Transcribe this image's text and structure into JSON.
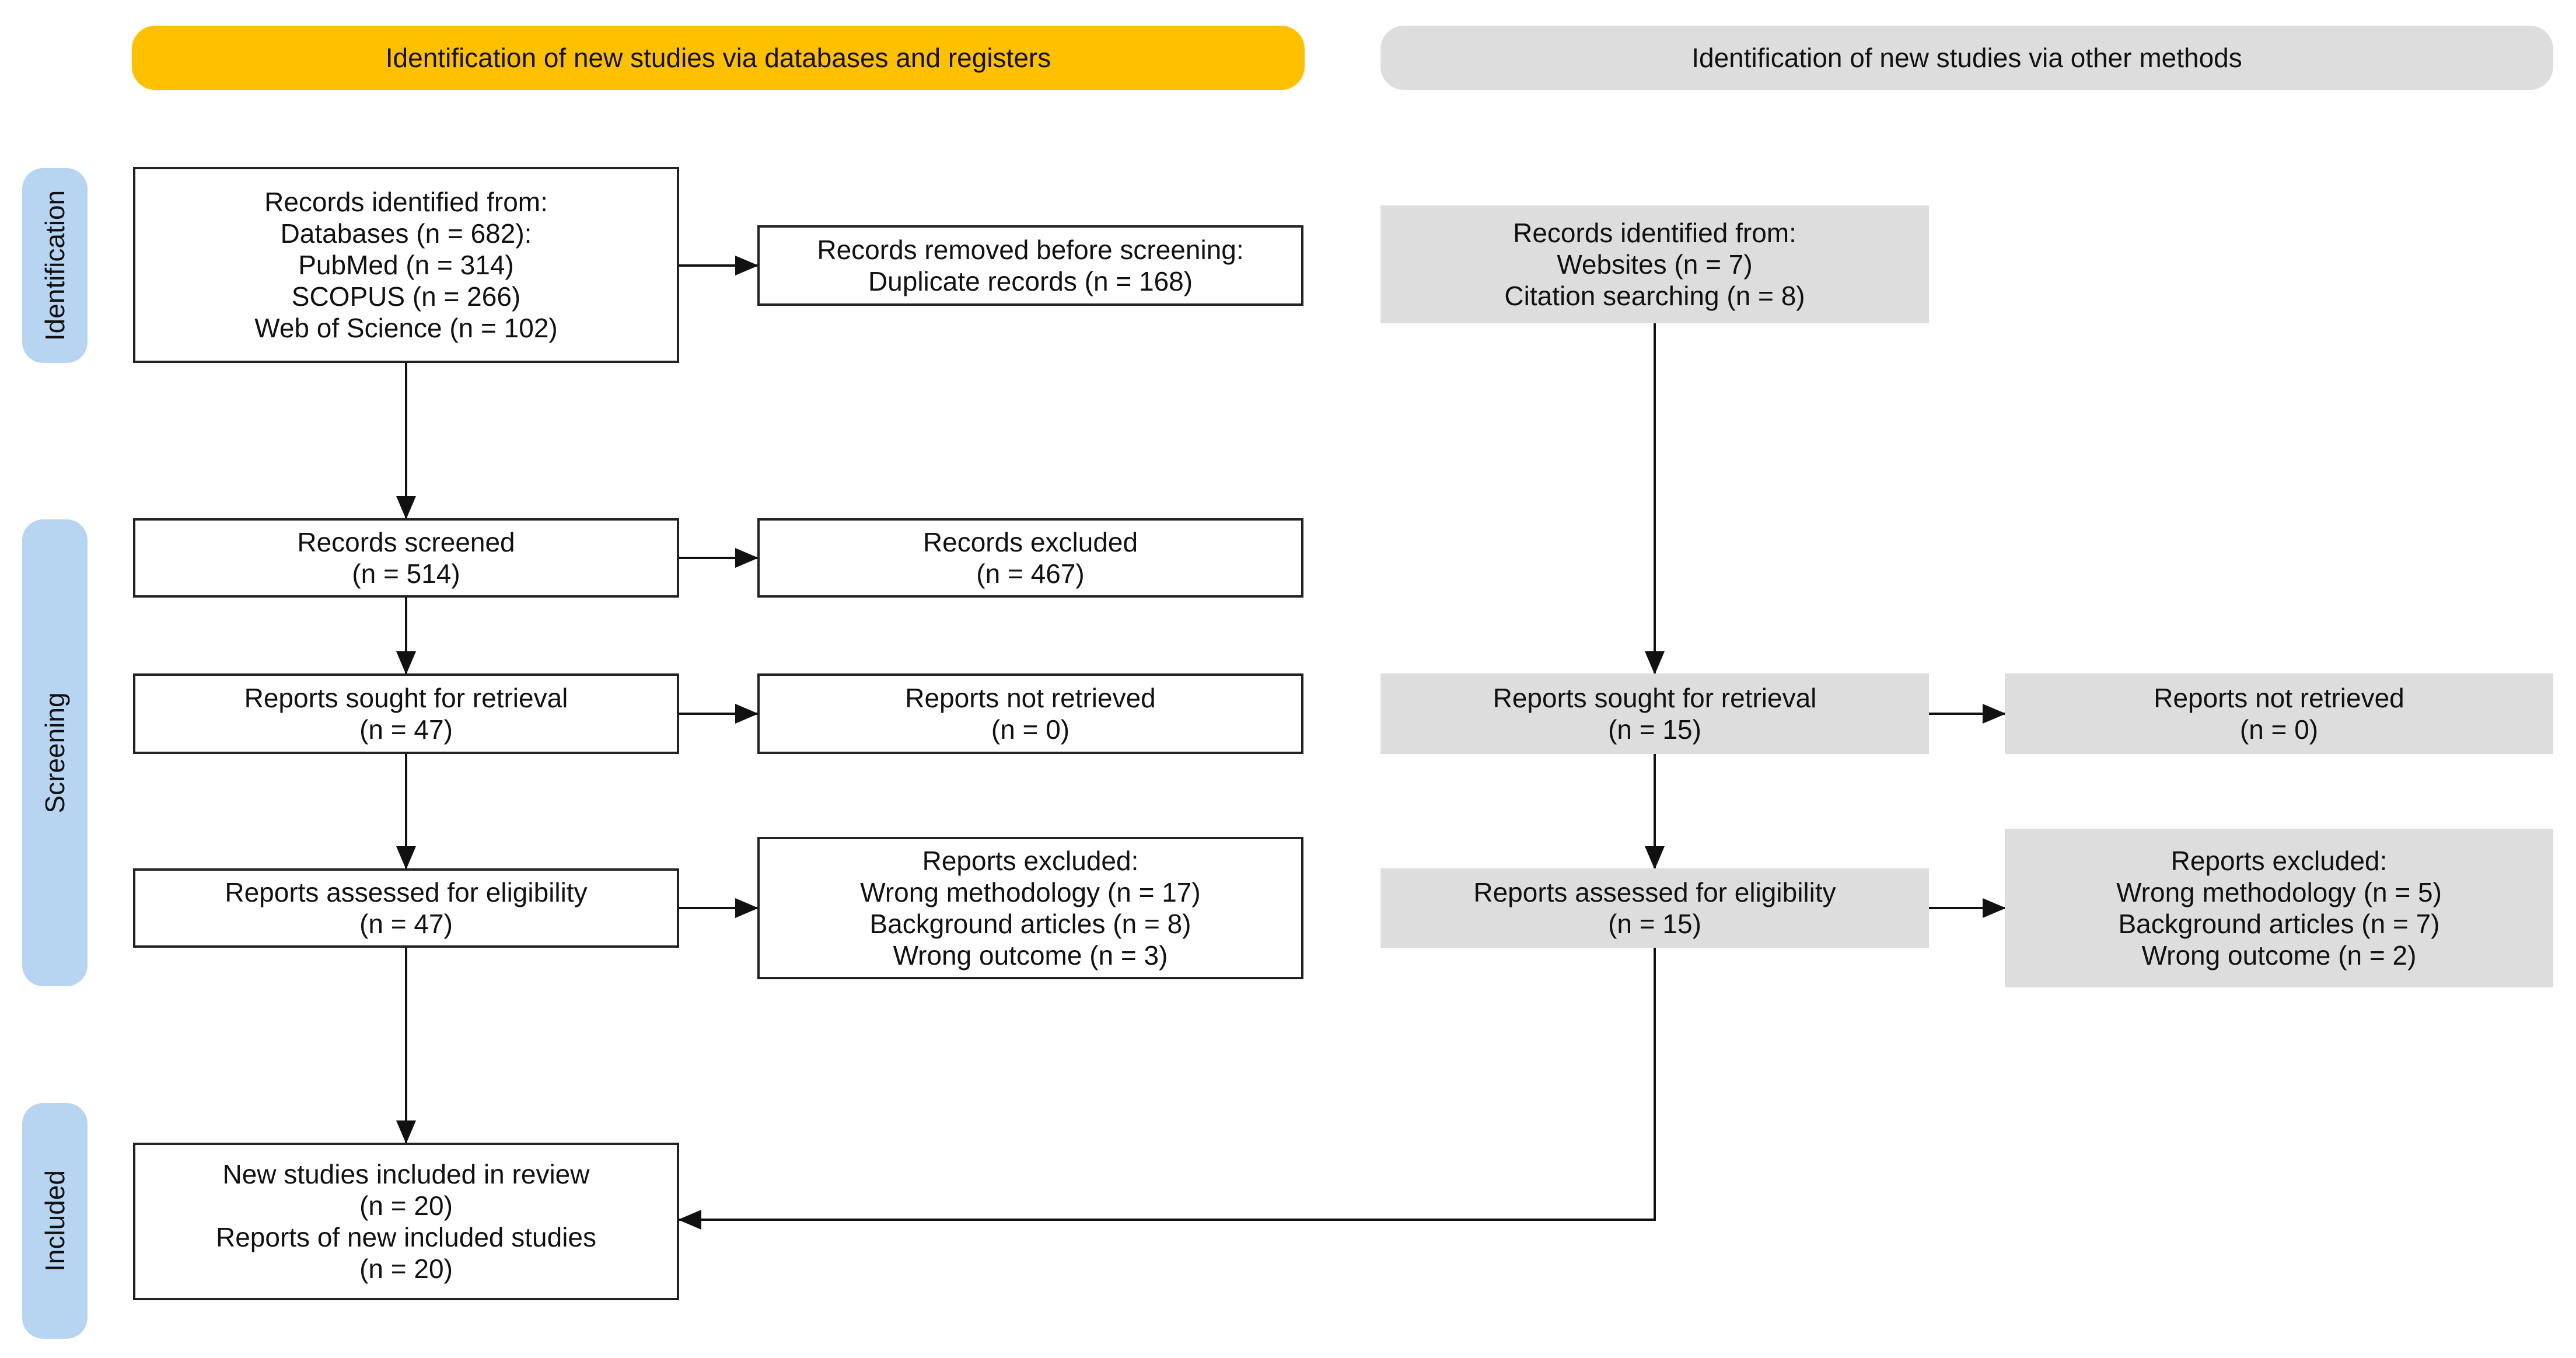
{
  "headers": {
    "left": "Identification of new studies via databases and registers",
    "right": "Identification of new studies via other methods"
  },
  "phases": {
    "identification": "Identification",
    "screening": "Screening",
    "included": "Included"
  },
  "databases_column": {
    "records_identified": [
      "Records identified from:",
      "Databases (n = 682):",
      "PubMed (n = 314)",
      "SCOPUS (n = 266)",
      "Web of Science (n = 102)"
    ],
    "records_removed": [
      "Records removed before screening:",
      "Duplicate records (n = 168)"
    ],
    "records_screened": [
      "Records screened",
      "(n = 514)"
    ],
    "records_excluded": [
      "Records excluded",
      "(n = 467)"
    ],
    "reports_sought": [
      "Reports sought for retrieval",
      "(n = 47)"
    ],
    "reports_not_retrieved": [
      "Reports not retrieved",
      "(n = 0)"
    ],
    "reports_assessed": [
      "Reports assessed for eligibility",
      "(n = 47)"
    ],
    "reports_excluded": [
      "Reports excluded:",
      "Wrong methodology (n = 17)",
      "Background articles (n = 8)",
      "Wrong outcome (n = 3)"
    ],
    "included": [
      "New studies included in review",
      "(n = 20)",
      "Reports of new included studies",
      "(n = 20)"
    ]
  },
  "other_methods_column": {
    "records_identified": [
      "Records identified from:",
      "Websites (n = 7)",
      "Citation searching (n = 8)"
    ],
    "reports_sought": [
      "Reports sought for retrieval",
      "(n = 15)"
    ],
    "reports_not_retrieved": [
      "Reports not retrieved",
      "(n = 0)"
    ],
    "reports_assessed": [
      "Reports assessed for eligibility",
      "(n = 15)"
    ],
    "reports_excluded": [
      "Reports excluded:",
      "Wrong methodology (n = 5)",
      "Background articles (n = 7)",
      "Wrong outcome (n = 2)"
    ]
  },
  "colors": {
    "databases_header": "#ffc000",
    "other_methods_fill": "#dddddd",
    "phase_label": "#b7d4f0",
    "line": "#111111"
  }
}
